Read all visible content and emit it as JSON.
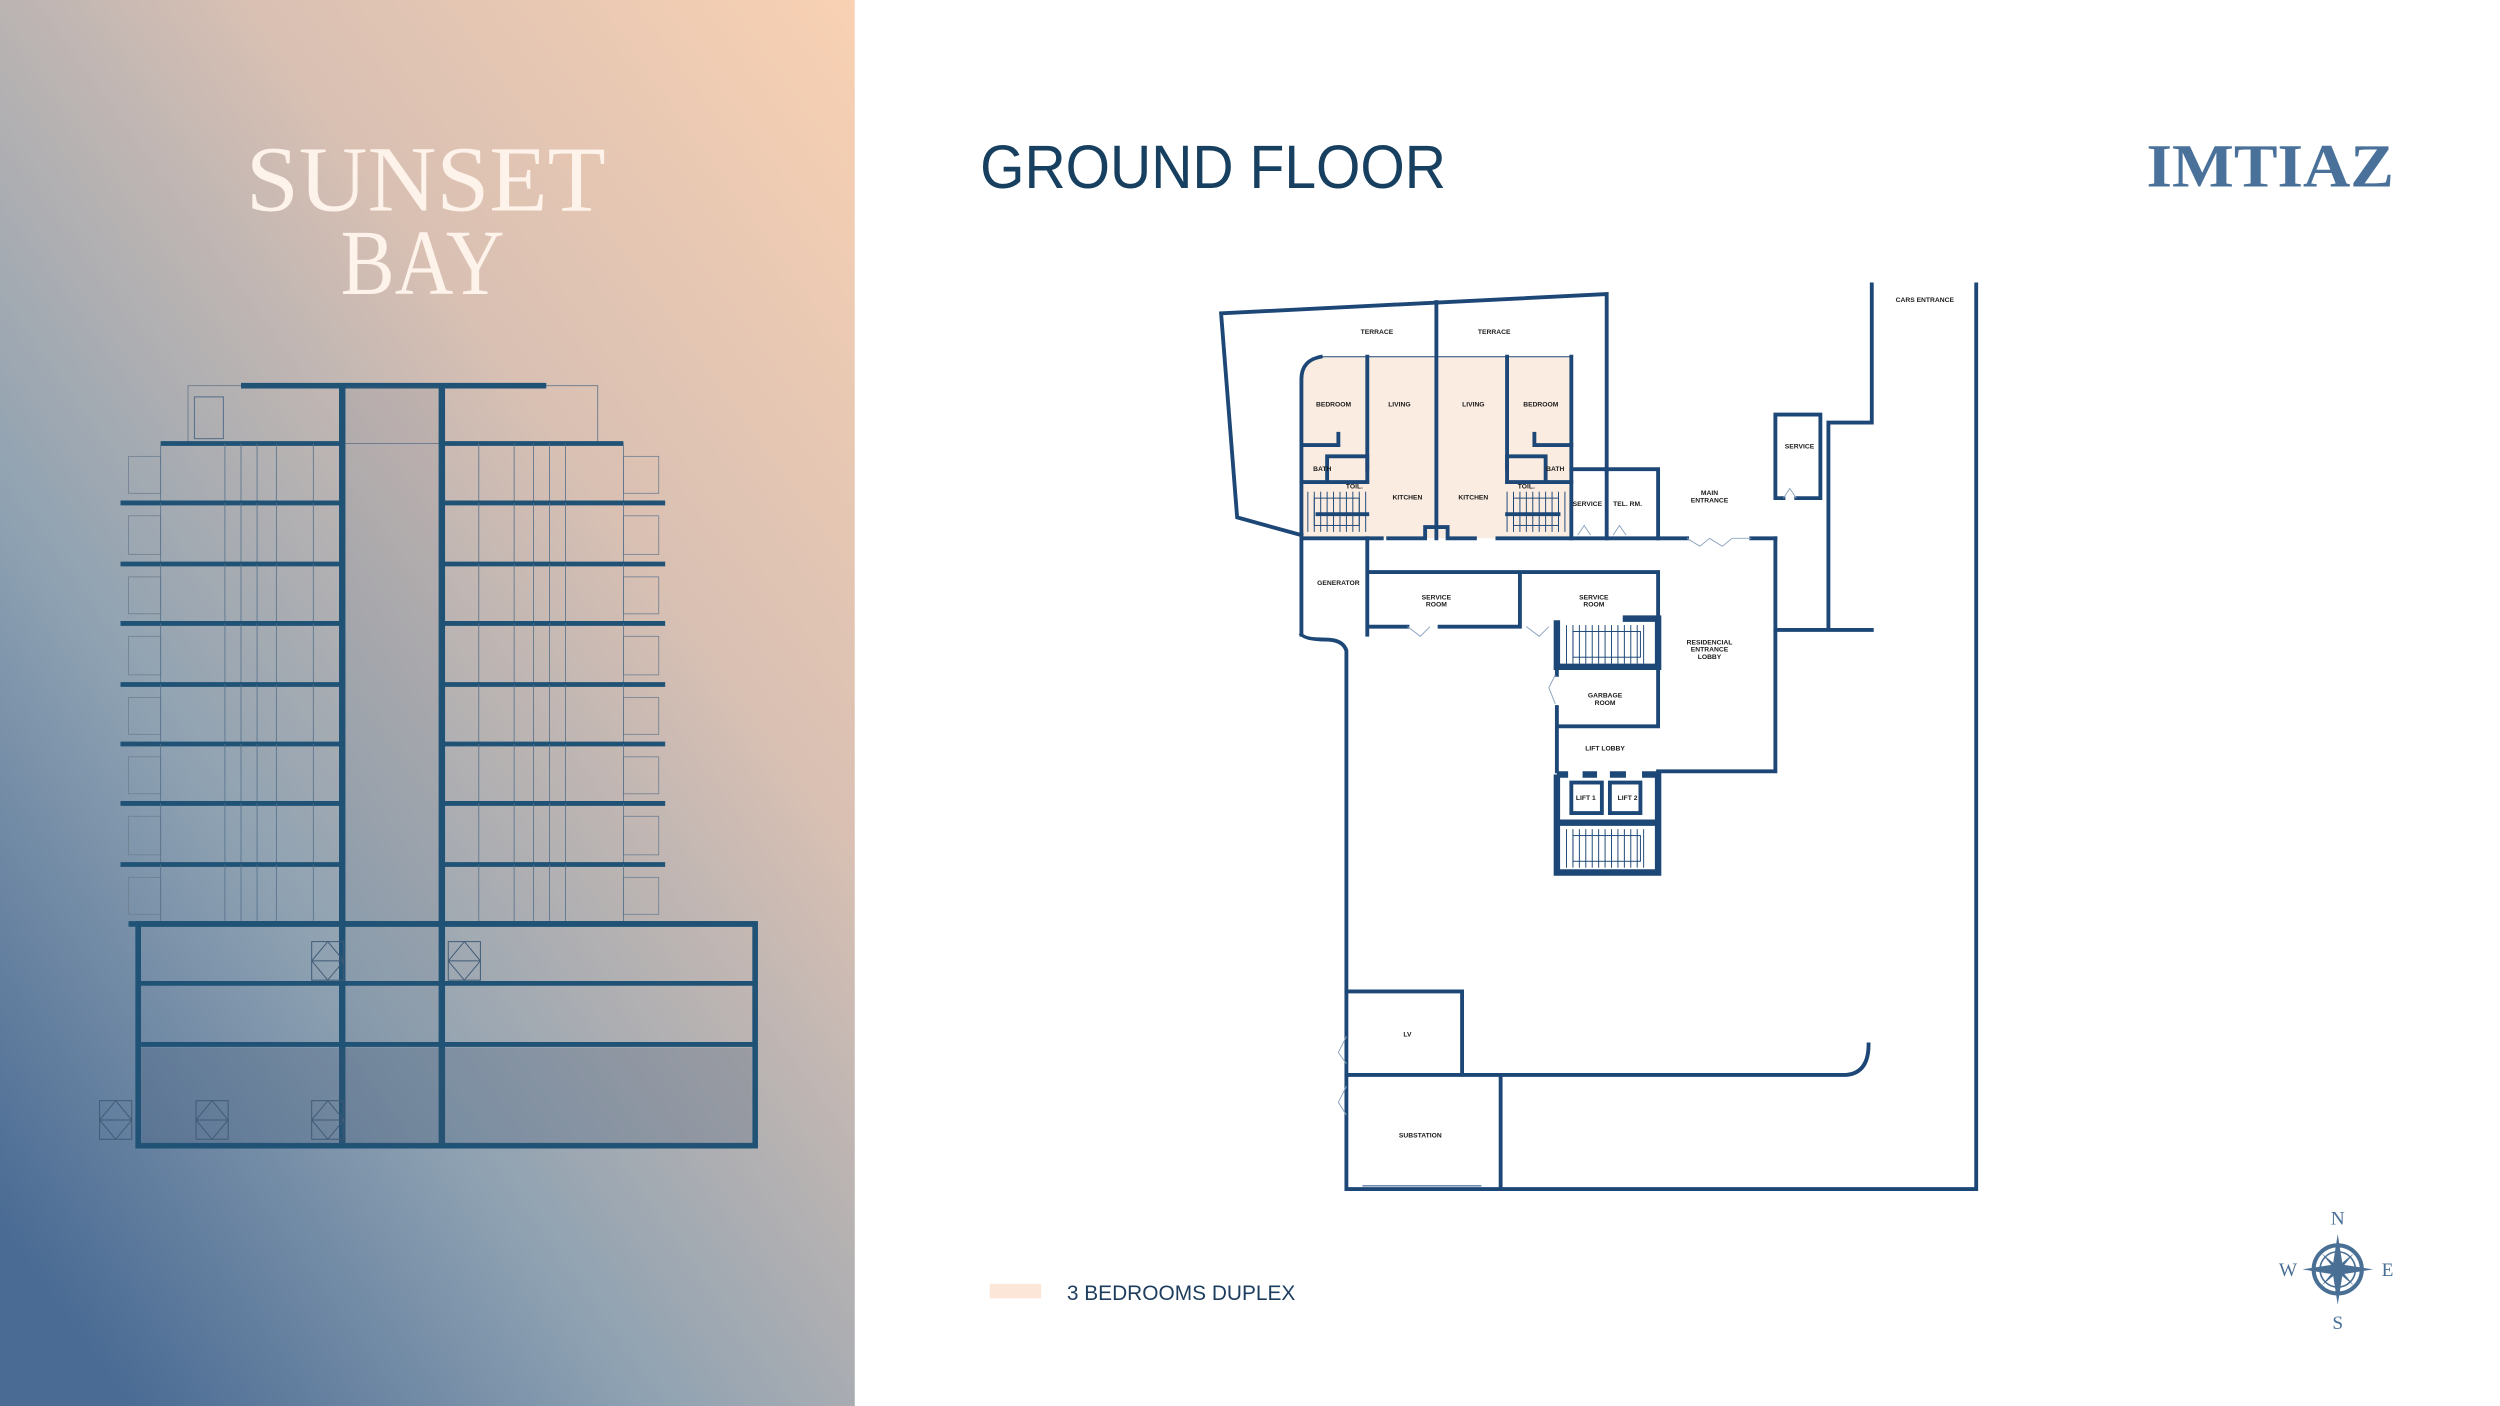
{
  "brand": {
    "project_name_line1": "SUNSET",
    "project_name_line2": "BAY",
    "developer_logo": "IMTIAZ"
  },
  "header": {
    "title": "GROUND FLOOR"
  },
  "colors": {
    "wall": "#1d4776",
    "duplex_fill": "#fbece1",
    "title": "#173f5f",
    "logo": "#4a7199",
    "gradient_top": "#f8d0b3",
    "gradient_bottom": "#476a94"
  },
  "legend": {
    "items": [
      {
        "label": "3 BEDROOMS DUPLEX",
        "color": "#fbe6d8"
      }
    ]
  },
  "compass": {
    "icon": "compass-rose-icon",
    "n": "N",
    "s": "S",
    "e": "E",
    "w": "W"
  },
  "rooms": [
    {
      "lines": [
        "TERRACE"
      ]
    },
    {
      "lines": [
        "TERRACE"
      ]
    },
    {
      "lines": [
        "BEDROOM"
      ]
    },
    {
      "lines": [
        "LIVING"
      ]
    },
    {
      "lines": [
        "LIVING"
      ]
    },
    {
      "lines": [
        "BEDROOM"
      ]
    },
    {
      "lines": [
        "BATH"
      ]
    },
    {
      "lines": [
        "BATH"
      ]
    },
    {
      "lines": [
        "TOIL."
      ]
    },
    {
      "lines": [
        "TOIL."
      ]
    },
    {
      "lines": [
        "KITCHEN"
      ]
    },
    {
      "lines": [
        "KITCHEN"
      ]
    },
    {
      "lines": [
        "SERVICE"
      ]
    },
    {
      "lines": [
        "TEL. RM."
      ]
    },
    {
      "lines": [
        "MAIN",
        "ENTRANCE"
      ]
    },
    {
      "lines": [
        "SERVICE"
      ]
    },
    {
      "lines": [
        "CARS ENTRANCE"
      ]
    },
    {
      "lines": [
        "GENERATOR"
      ]
    },
    {
      "lines": [
        "SERVICE",
        "ROOM"
      ]
    },
    {
      "lines": [
        "SERVICE",
        "ROOM"
      ]
    },
    {
      "lines": [
        "RESIDENCIAL",
        "ENTRANCE",
        "LOBBY"
      ]
    },
    {
      "lines": [
        "GARBAGE",
        "ROOM"
      ]
    },
    {
      "lines": [
        "LIFT LOBBY"
      ]
    },
    {
      "lines": [
        "LIFT 1"
      ]
    },
    {
      "lines": [
        "LIFT 2"
      ]
    },
    {
      "lines": [
        "LV"
      ]
    },
    {
      "lines": [
        "SUBSTATION"
      ]
    }
  ]
}
